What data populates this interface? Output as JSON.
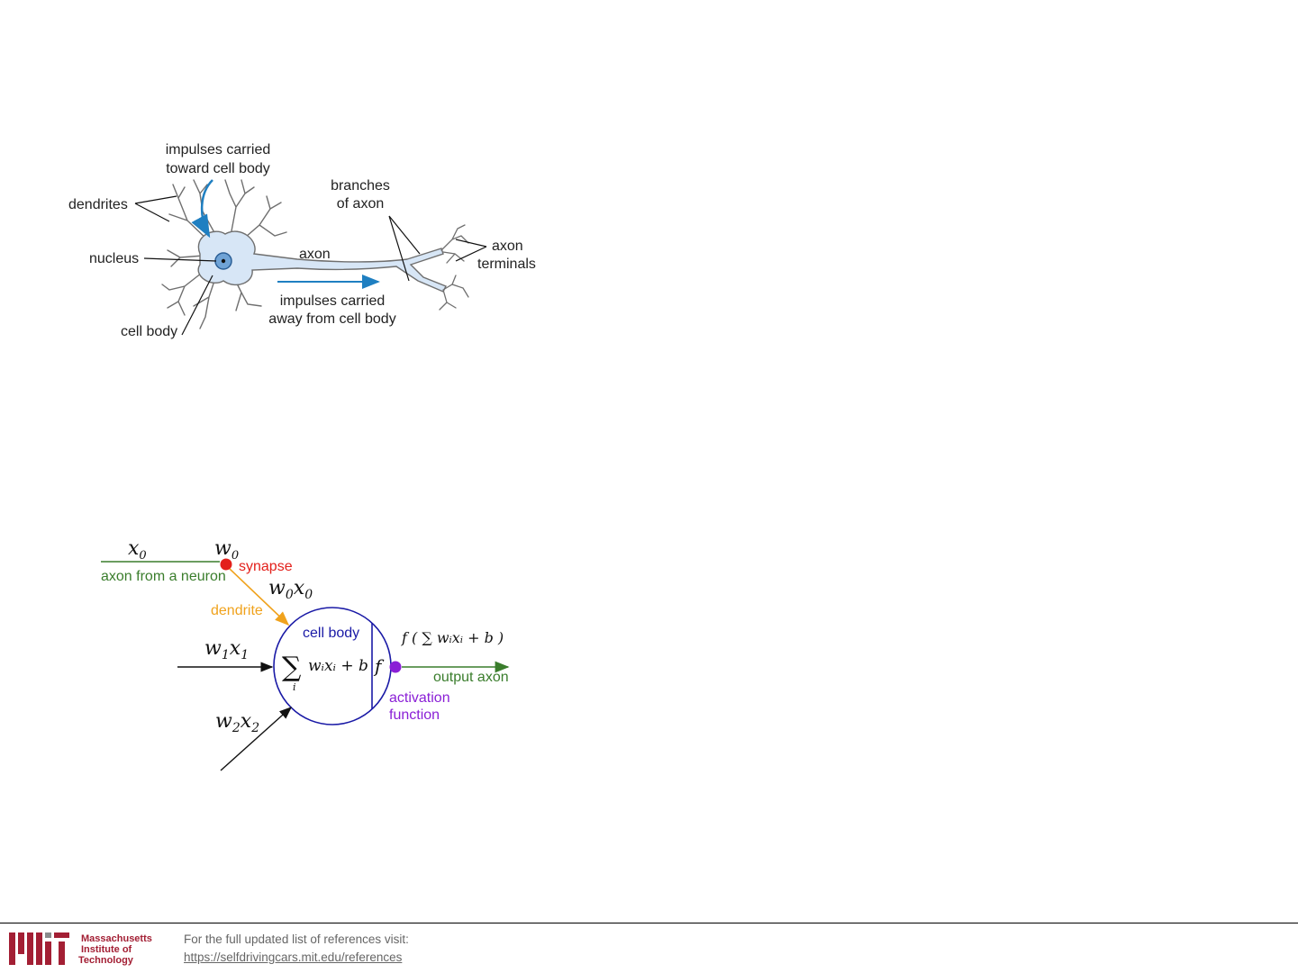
{
  "neuron": {
    "impulses_in_1": "impulses carried",
    "impulses_in_2": "toward cell body",
    "dendrites": "dendrites",
    "nucleus": "nucleus",
    "cell_body": "cell body",
    "axon": "axon",
    "branches_1": "branches",
    "branches_2": "of axon",
    "terminals_1": "axon",
    "terminals_2": "terminals",
    "impulses_out_1": "impulses carried",
    "impulses_out_2": "away from cell body"
  },
  "model": {
    "x0": "x",
    "x0_sub": "0",
    "w0": "w",
    "w0_sub": "0",
    "synapse": "synapse",
    "axon_from_neuron": "axon from a neuron",
    "w0x0_w": "w",
    "w0x0_ws": "0",
    "w0x0_x": "x",
    "w0x0_xs": "0",
    "dendrite": "dendrite",
    "cell_body": "cell body",
    "w1x1_w": "w",
    "w1x1_ws": "1",
    "w1x1_x": "x",
    "w1x1_xs": "1",
    "w2x2_w": "w",
    "w2x2_ws": "2",
    "w2x2_x": "x",
    "w2x2_xs": "2",
    "sum_formula": "wᵢxᵢ + b",
    "sum_index": "i",
    "f_symbol": "f",
    "output_formula": "f ( ∑ wᵢxᵢ + b )",
    "output_axon": "output axon",
    "activation_1": "activation",
    "activation_2": "function"
  },
  "colors": {
    "input_axon": "#3a7d2c",
    "synapse": "#e3201b",
    "dendrite": "#f0a21c",
    "cell_body": "#1a1aa6",
    "activation": "#8a1fd6",
    "output_axon": "#3a7d2c",
    "neuron_fill": "#d7e6f6",
    "neuron_arrow": "#1f7fc1",
    "mit_red": "#a31f34",
    "mit_gray": "#8a8b8c"
  },
  "footer": {
    "org_1": "Massachusetts",
    "org_2": "Institute of",
    "org_3": "Technology",
    "line_1": "For the full updated list of references visit:",
    "link": "https://selfdrivingcars.mit.edu/references"
  }
}
